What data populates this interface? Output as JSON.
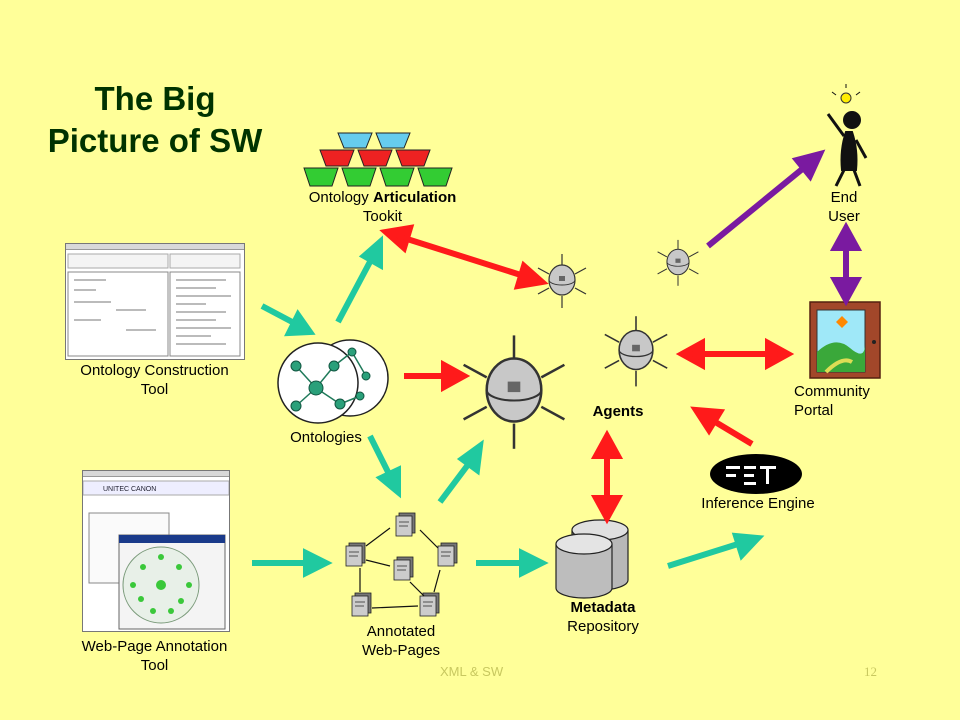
{
  "slide": {
    "title_line1": "The Big",
    "title_line2": "Picture of SW",
    "footer_center": "XML & SW",
    "page_number": "12"
  },
  "labels": {
    "toolkit_plain": "Ontology",
    "toolkit_bold": "Articulation",
    "toolkit_line2": "Tookit",
    "construction_line1": "Ontology Construction",
    "construction_line2": "Tool",
    "ontologies": "Ontologies",
    "annotation_line1": "Web-Page Annotation",
    "annotation_line2": "Tool",
    "annotated_line1": "Annotated",
    "annotated_line2": "Web-Pages",
    "agents": "Agents",
    "metadata_line1": "Metadata",
    "metadata_line2": "Repository",
    "inference": "Inference Engine",
    "community_line1": "Community",
    "community_line2": "Portal",
    "enduser_line1": "End",
    "enduser_line2": "User"
  },
  "colors": {
    "background": "#ffff99",
    "title": "#003300",
    "teal_arrow": "#20c9a0",
    "red_arrow": "#ff1a1a",
    "purple_arrow": "#7a1aa0"
  }
}
